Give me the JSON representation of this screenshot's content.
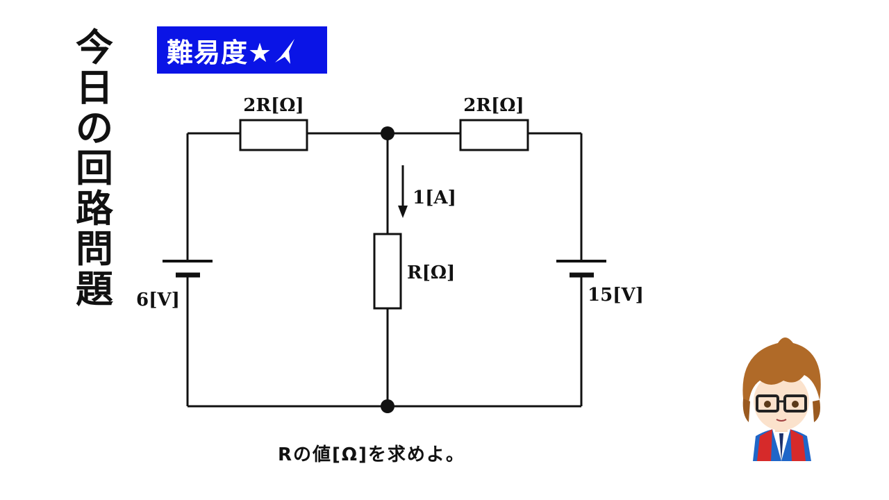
{
  "title": "今日の回路問題",
  "difficulty": "難易度★",
  "labels": {
    "r_left": "2R[Ω]",
    "r_right": "2R[Ω]",
    "current": "1[A]",
    "r_middle": "R[Ω]",
    "v_left": "6[V]",
    "v_right": "15[V]"
  },
  "question": "Rの値[Ω]を求めよ。",
  "colors": {
    "badge": "#0a14e6",
    "wire": "#111111"
  }
}
